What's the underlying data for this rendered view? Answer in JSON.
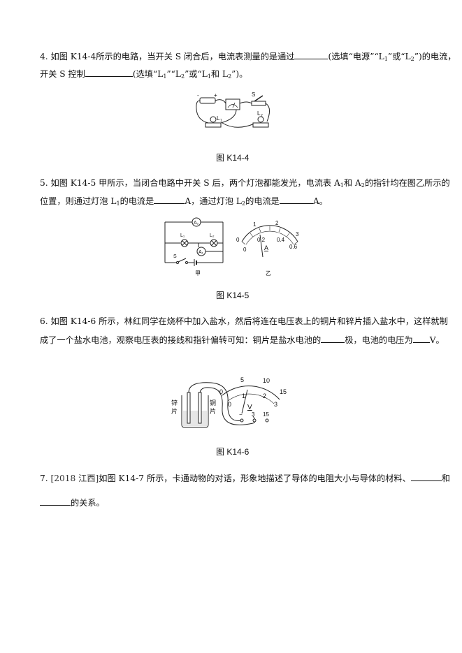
{
  "q4": {
    "num": "4.",
    "line1_a": "如图 K14-4所示的电路，当开关 S 闭合后，电流表测量的是通过",
    "line1_b": "(选填“电源”“L",
    "line1_c": "”或“L",
    "line1_d": "”)的电流，",
    "line2_a": "开关 S 控制",
    "line2_b": "(选填“L",
    "line2_c": "”“L",
    "line2_d": "”或“L",
    "line2_e": "和 L",
    "line2_f": "”)。",
    "caption": "图 K14-4",
    "labels": {
      "minus": "-",
      "plus": "+",
      "switch": "S",
      "l1": "L",
      "l2": "L",
      "sub1": "1",
      "sub2": "2"
    }
  },
  "q5": {
    "num": "5.",
    "line1_a": "如图 K14-5 甲所示，当闭合电路中开关 S 后，两个灯泡都能发光，电流表 A",
    "line1_b": "和 A",
    "line1_c": "的指针均在图乙所示的",
    "line2_a": "位置，则通过灯泡 L",
    "line2_b": "的电流是",
    "line2_c": "A，通过灯泡 L",
    "line2_d": "的电流是",
    "line2_e": "A。",
    "caption": "图 K14-5",
    "labels": {
      "a2": "A₂",
      "a1": "A₁",
      "l1": "L₁",
      "l2": "L₂",
      "s": "S",
      "jia": "甲",
      "yi": "乙",
      "unit": "A"
    },
    "meter": {
      "outer_ticks": [
        "0",
        "1",
        "2",
        "3"
      ],
      "inner_ticks": [
        "0",
        "0.2",
        "0.4",
        "0.6"
      ]
    }
  },
  "q6": {
    "num": "6.",
    "line1": "如图 K14-6 所示，林红同学在烧杯中加入盐水，然后将连在电压表上的铜片和锌片插入盐水中，这样就制",
    "line2_a": "成了一个盐水电池，观察电压表的接线和指针偏转可知：铜片是盐水电池的",
    "line2_b": "极，电池的电压为",
    "line2_c": "V。",
    "caption": "图 K14-6",
    "labels": {
      "zinc1": "锌",
      "zinc2": "片",
      "copper1": "铜",
      "copper2": "片",
      "unit": "V",
      "minus": "−",
      "t3": "3",
      "t15": "15"
    },
    "meter": {
      "outer_ticks": [
        "0",
        "5",
        "10",
        "15"
      ],
      "inner_ticks": [
        "0",
        "1",
        "2",
        "3"
      ]
    }
  },
  "q7": {
    "num": "7.",
    "source": "[2018 江西]",
    "line1_a": "如图 K14-7 所示，卡通动物的对话，形象地描述了导体的电阻大小与导体的材料、",
    "line1_b": "和",
    "line2": "的关系。"
  }
}
